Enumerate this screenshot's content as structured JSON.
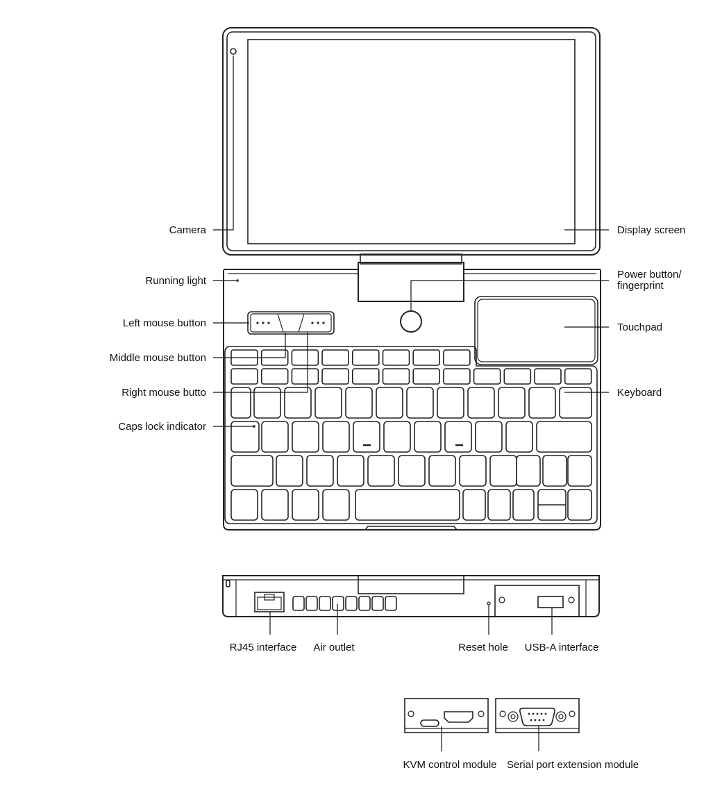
{
  "labels": {
    "camera": "Camera",
    "display_screen": "Display screen",
    "running_light": "Running light",
    "power_button": [
      "Power button/",
      "fingerprint"
    ],
    "left_mouse_button": "Left mouse button",
    "touchpad": "Touchpad",
    "middle_mouse_button": "Middle mouse button",
    "right_mouse_button": "Right mouse butto",
    "keyboard": "Keyboard",
    "caps_lock_indicator": "Caps lock indicator",
    "rj45_interface": "RJ45 interface",
    "air_outlet": "Air outlet",
    "reset_hole": "Reset hole",
    "usb_a_interface": "USB-A interface",
    "kvm_control_module": "KVM control module",
    "serial_port_module": "Serial port extension module"
  }
}
